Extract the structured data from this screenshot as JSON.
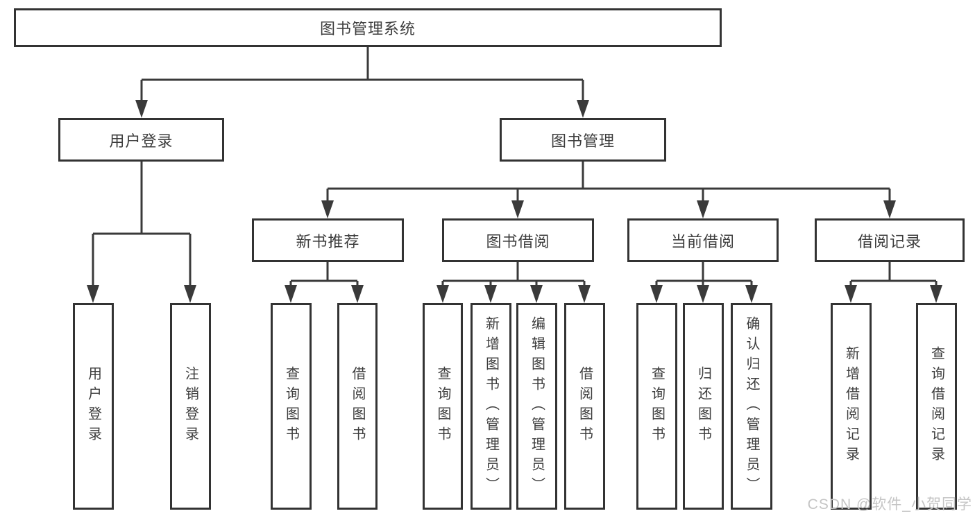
{
  "colors": {
    "line": "#3a3a3a",
    "border": "#333333",
    "text": "#3d3d3d",
    "background": "#ffffff",
    "watermark": "#c5c5c5"
  },
  "watermark": {
    "text": "CSDN @软件_小贺同学"
  },
  "tree": {
    "root": {
      "label": "图书管理系统"
    },
    "branches": [
      {
        "label": "用户登录",
        "children": [
          {
            "label": "用户登录"
          },
          {
            "label": "注销登录"
          }
        ]
      },
      {
        "label": "图书管理",
        "children": [
          {
            "label": "新书推荐",
            "children": [
              {
                "label": "查询图书"
              },
              {
                "label": "借阅图书"
              }
            ]
          },
          {
            "label": "图书借阅",
            "children": [
              {
                "label": "查询图书"
              },
              {
                "label": "新增图书（管理员）"
              },
              {
                "label": "编辑图书（管理员）"
              },
              {
                "label": "借阅图书"
              }
            ]
          },
          {
            "label": "当前借阅",
            "children": [
              {
                "label": "查询图书"
              },
              {
                "label": "归还图书"
              },
              {
                "label": "确认归还（管理员）"
              }
            ]
          },
          {
            "label": "借阅记录",
            "children": [
              {
                "label": "新增借阅记录"
              },
              {
                "label": "查询借阅记录"
              }
            ]
          }
        ]
      }
    ]
  }
}
